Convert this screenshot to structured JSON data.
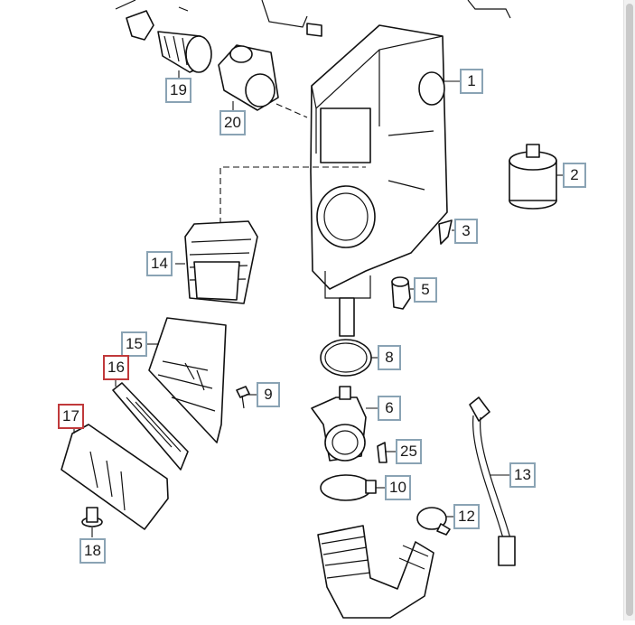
{
  "diagram": {
    "labels": [
      {
        "id": "1",
        "text": "1",
        "highlight": false
      },
      {
        "id": "2",
        "text": "2",
        "highlight": false
      },
      {
        "id": "3",
        "text": "3",
        "highlight": false
      },
      {
        "id": "5",
        "text": "5",
        "highlight": false
      },
      {
        "id": "6",
        "text": "6",
        "highlight": false
      },
      {
        "id": "8",
        "text": "8",
        "highlight": false
      },
      {
        "id": "9",
        "text": "9",
        "highlight": false
      },
      {
        "id": "10",
        "text": "10",
        "highlight": false
      },
      {
        "id": "12",
        "text": "12",
        "highlight": false
      },
      {
        "id": "13",
        "text": "13",
        "highlight": false
      },
      {
        "id": "14",
        "text": "14",
        "highlight": false
      },
      {
        "id": "15",
        "text": "15",
        "highlight": false
      },
      {
        "id": "16",
        "text": "16",
        "highlight": true
      },
      {
        "id": "17",
        "text": "17",
        "highlight": true
      },
      {
        "id": "18",
        "text": "18",
        "highlight": false
      },
      {
        "id": "19",
        "text": "19",
        "highlight": false
      },
      {
        "id": "20",
        "text": "20",
        "highlight": false
      },
      {
        "id": "25",
        "text": "25",
        "highlight": false
      }
    ],
    "colors": {
      "label_border": "#8aa3b4",
      "highlight_border": "#c0393b",
      "line": "#111111",
      "background": "#ffffff"
    }
  }
}
